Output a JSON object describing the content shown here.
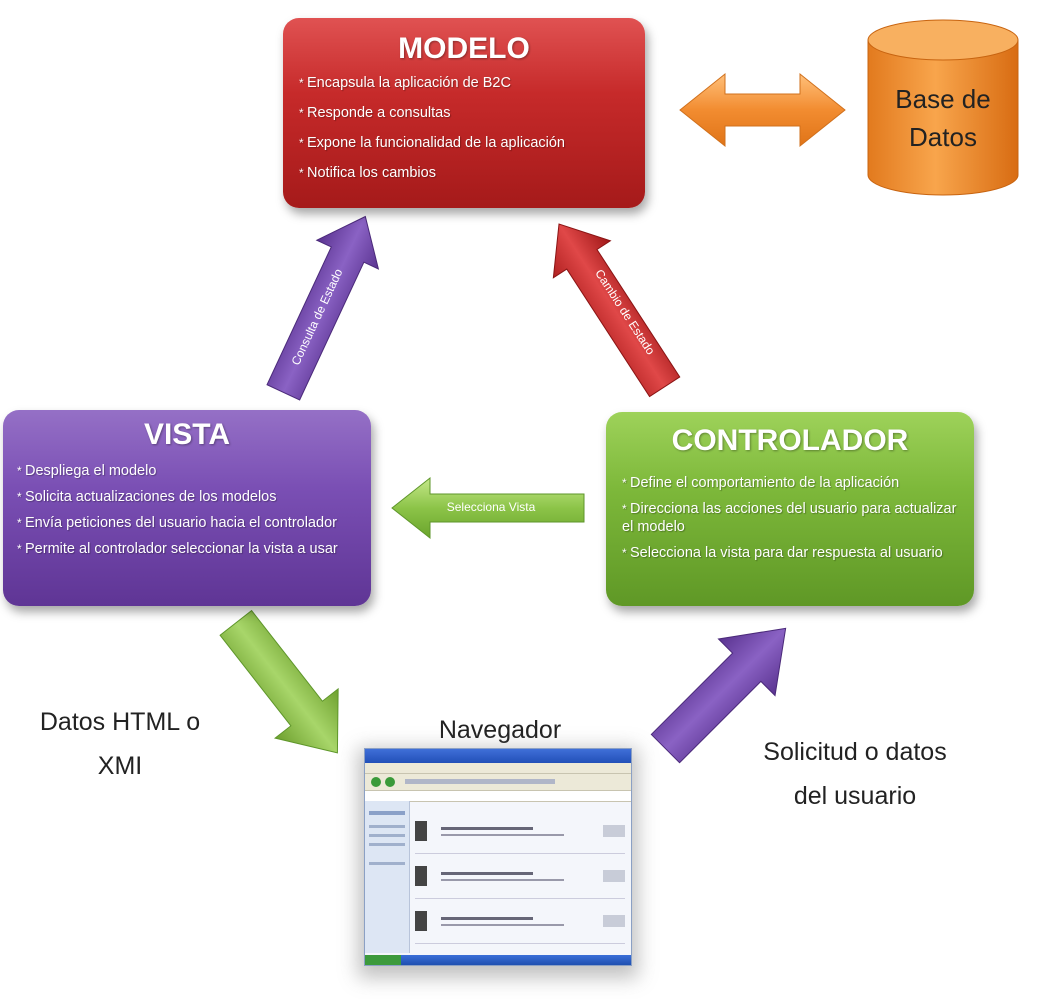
{
  "modelo": {
    "title": "MODELO",
    "items": [
      "Encapsula la aplicación de B2C",
      "Responde a consultas",
      "Expone la funcionalidad de la aplicación",
      "Notifica los cambios"
    ]
  },
  "base_datos": {
    "line1": "Base de",
    "line2": "Datos"
  },
  "vista": {
    "title": "VISTA",
    "items": [
      "Despliega el modelo",
      "Solicita actualizaciones  de los modelos",
      "Envía peticiones del usuario hacia el controlador",
      "Permite al controlador  seleccionar la vista a usar"
    ]
  },
  "controlador": {
    "title": "CONTROLADOR",
    "items": [
      "Define el comportamiento  de la aplicación",
      "Direcciona las acciones del usuario para actualizar el modelo",
      "Selecciona la vista para dar respuesta al usuario"
    ]
  },
  "arrows": {
    "consulta_estado": "Consulta de Estado",
    "cambio_estado": "Cambio de Estado",
    "selecciona_vista": "Selecciona Vista"
  },
  "labels": {
    "datos_html_line1": "Datos HTML o",
    "datos_html_line2": "XMI",
    "navegador": "Navegador",
    "solicitud_line1": "Solicitud o datos",
    "solicitud_line2": "del usuario"
  },
  "colors": {
    "modelo": "#c62a2a",
    "vista": "#7a4fb4",
    "controlador": "#7db83a",
    "database": "#f0922e",
    "db_arrow": "#f28c30"
  }
}
